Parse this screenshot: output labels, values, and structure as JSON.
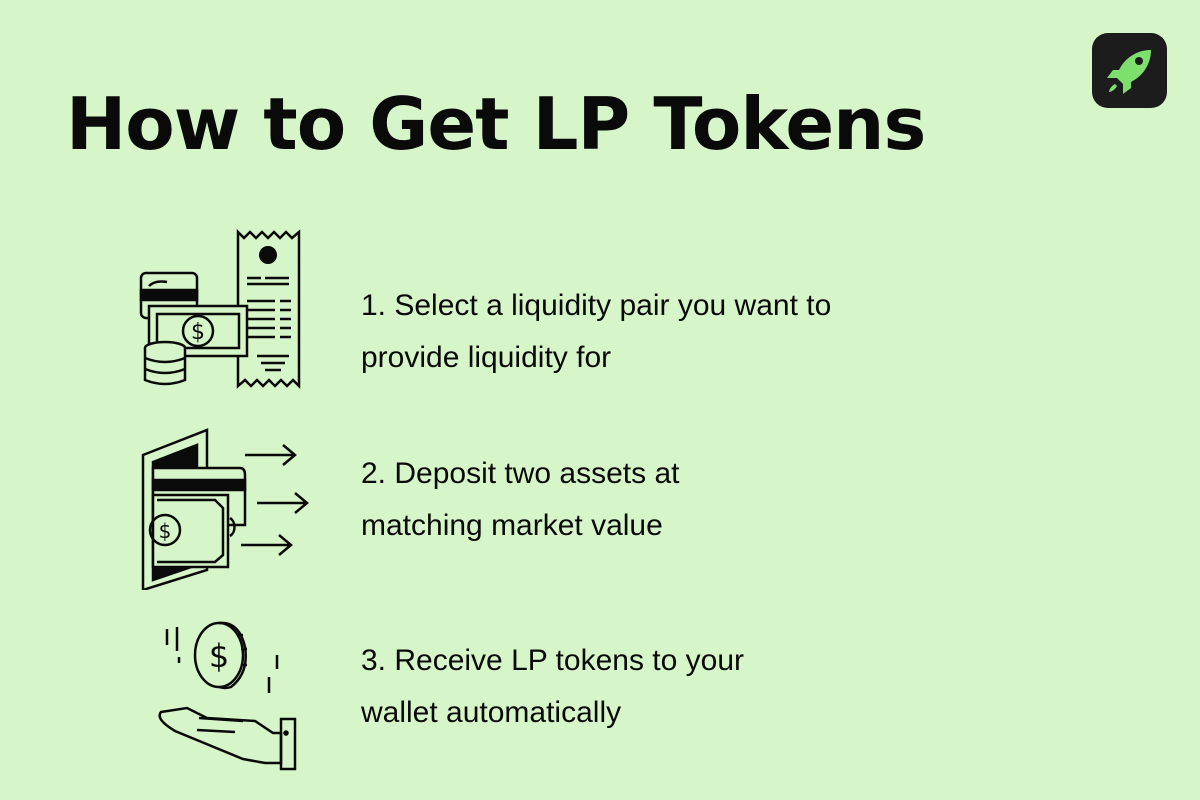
{
  "title": "How to Get LP Tokens",
  "logo": {
    "icon": "rocket-icon",
    "bg_color": "#1c1c1c",
    "accent_color": "#7ee06c"
  },
  "background_color": "#d6f5c8",
  "steps": [
    {
      "icon": "payment-receipt-icon",
      "line1": "1. Select a liquidity pair you want to",
      "line2": "provide liquidity for"
    },
    {
      "icon": "wallet-deposit-icon",
      "line1": "2. Deposit two assets at",
      "line2": "matching market value"
    },
    {
      "icon": "receive-coin-hand-icon",
      "line1": "3. Receive LP tokens to your",
      "line2": "wallet automatically"
    }
  ]
}
